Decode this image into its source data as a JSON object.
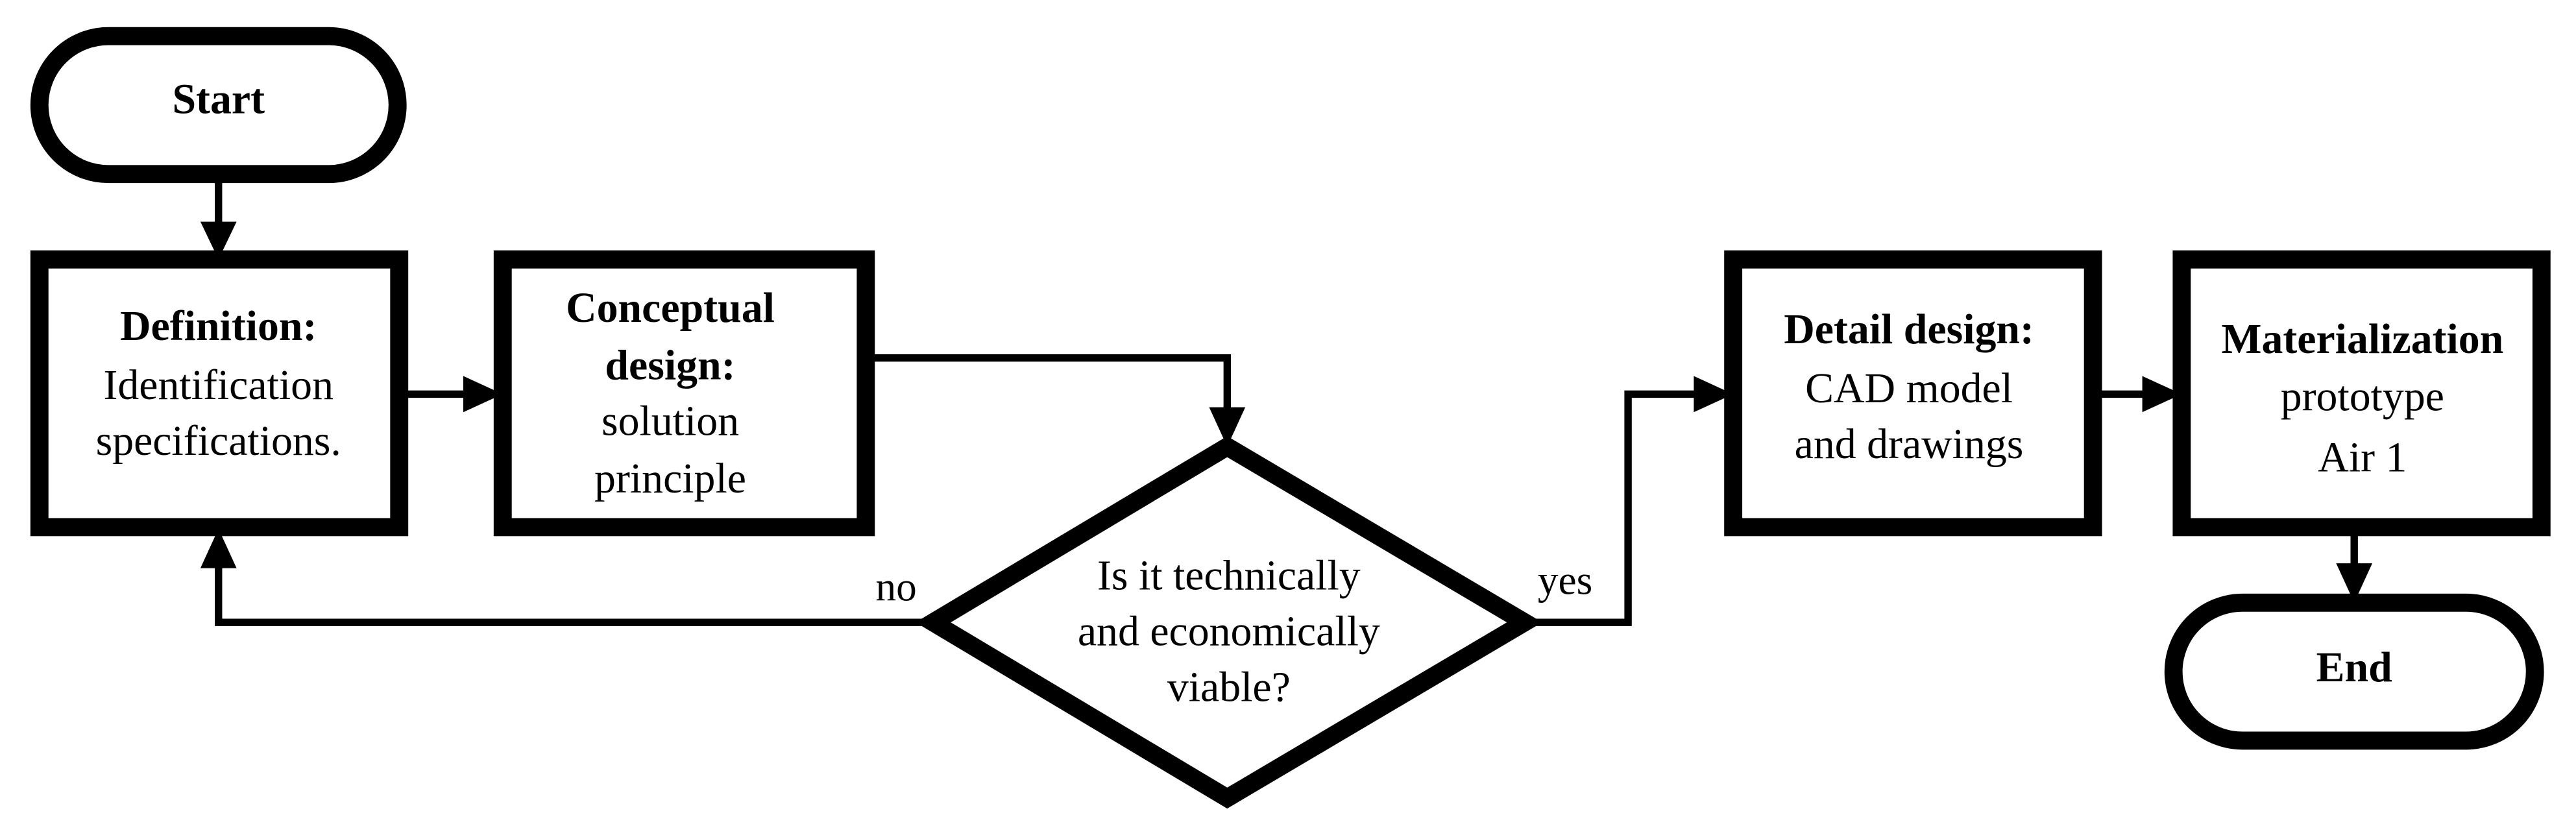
{
  "start": {
    "label": "Start"
  },
  "end": {
    "label": "End"
  },
  "definition": {
    "title": "Definition:",
    "lines": [
      "Identification",
      "specifications."
    ]
  },
  "conceptual": {
    "title": [
      "Conceptual",
      "design:"
    ],
    "lines": [
      "solution",
      "principle"
    ]
  },
  "decision": {
    "lines": [
      "Is it technically",
      "and economically",
      "viable?"
    ],
    "no_label": "no",
    "yes_label": "yes"
  },
  "detail": {
    "title": "Detail design:",
    "lines": [
      "CAD model",
      "and drawings"
    ]
  },
  "materialization": {
    "title": "Materialization",
    "lines": [
      "prototype",
      "Air 1"
    ]
  }
}
